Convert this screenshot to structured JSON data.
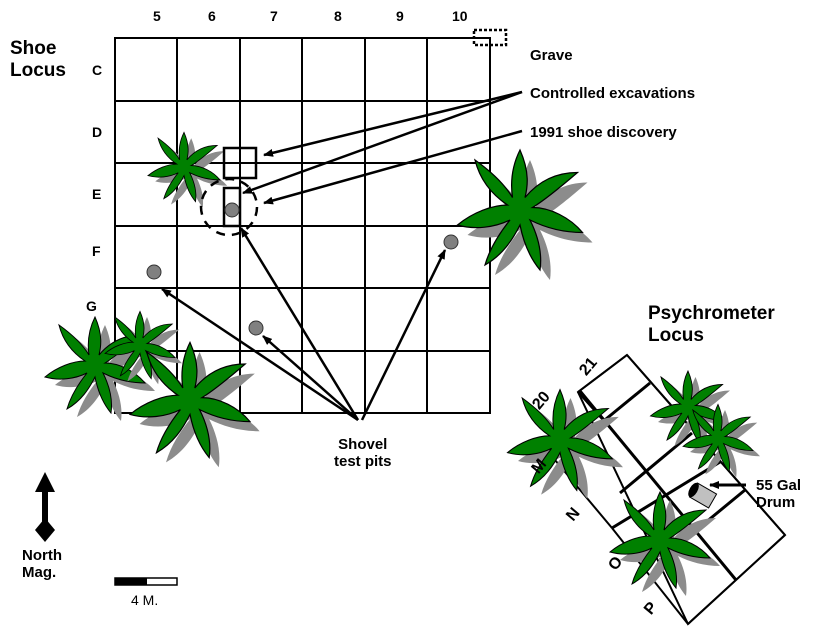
{
  "map": {
    "title_shoe_line1": "Shoe",
    "title_shoe_line2": "Locus",
    "title_psychro_line1": "Psychrometer",
    "title_psychro_line2": "Locus",
    "column_labels": [
      "5",
      "6",
      "7",
      "8",
      "9",
      "10"
    ],
    "row_labels": [
      "C",
      "D",
      "E",
      "F",
      "G"
    ],
    "psychro_column_labels": [
      "20",
      "21"
    ],
    "psychro_row_labels": [
      "M",
      "N",
      "O",
      "P"
    ],
    "legend": {
      "grave": "Grave",
      "controlled_excavations": "Controlled excavations",
      "shoe_discovery": "1991 shoe discovery",
      "shovel_test_pits_line1": "Shovel",
      "shovel_test_pits_line2": "test pits",
      "drum_line1": "55 Gal",
      "drum_line2": "Drum"
    },
    "north_arrow": {
      "line1": "North",
      "line2": "Mag."
    },
    "scale_bar": {
      "label": "4 M."
    },
    "colors": {
      "tree_fill": "#008000",
      "tree_shadow": "#8c8c8c",
      "pit_fill": "#808080",
      "line": "#000000"
    }
  }
}
